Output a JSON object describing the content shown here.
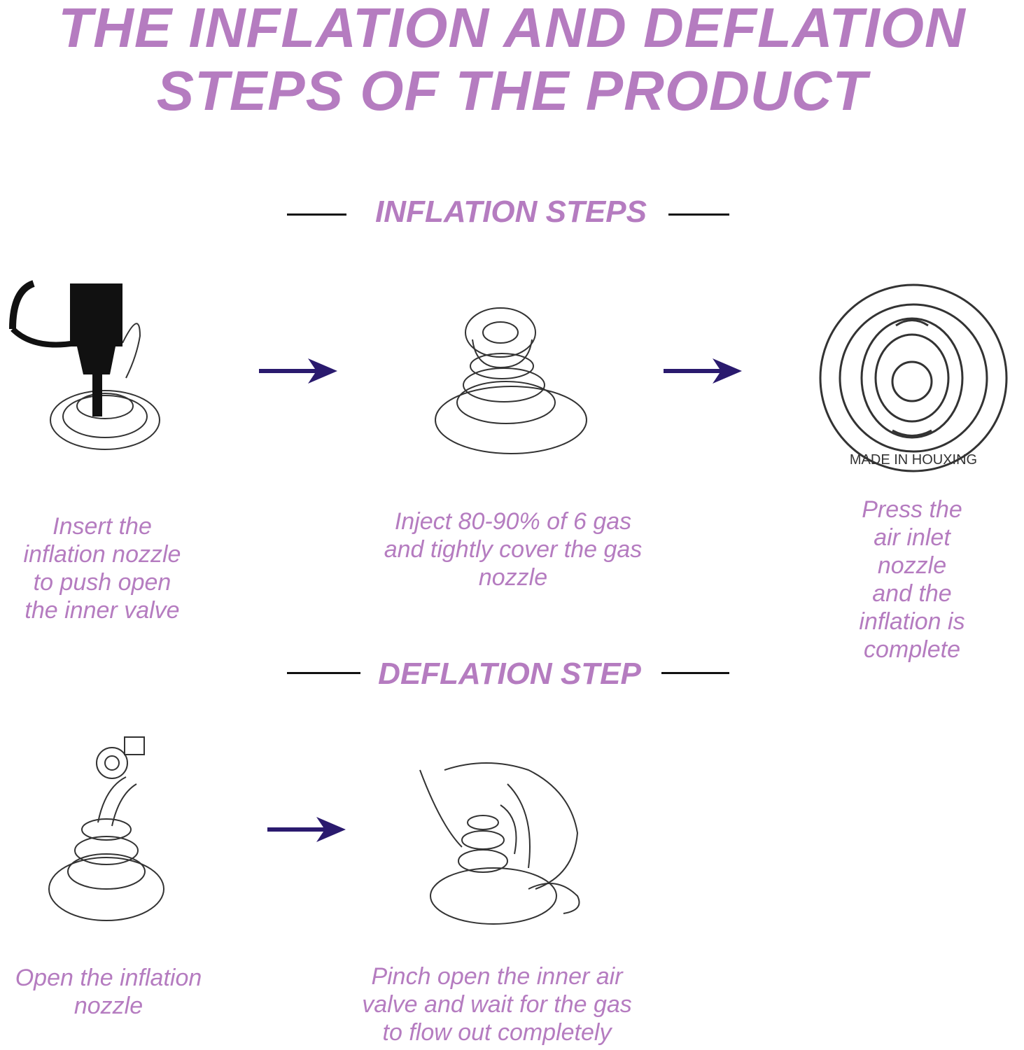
{
  "title": {
    "line1": "THE INFLATION AND DEFLATION",
    "line2": "STEPS OF THE PRODUCT"
  },
  "inflation": {
    "heading": "INFLATION STEPS",
    "steps": [
      {
        "caption": "Insert the\ninflation nozzle\nto push open\nthe inner valve"
      },
      {
        "caption": "Inject 80-90% of 6 gas\nand tightly cover the gas\nnozzle"
      },
      {
        "caption": "Press the air inlet\nnozzle and the\ninflation is\ncomplete"
      }
    ]
  },
  "deflation": {
    "heading": "DEFLATION STEP",
    "steps": [
      {
        "caption": "Open the inflation\nnozzle"
      },
      {
        "caption": "Pinch open the inner air\nvalve and wait for the gas\nto flow out completely"
      }
    ]
  },
  "valve_print": "MADE IN HOUXING",
  "colors": {
    "accent": "#b57cc0",
    "arrow": "#2a1a6e"
  }
}
